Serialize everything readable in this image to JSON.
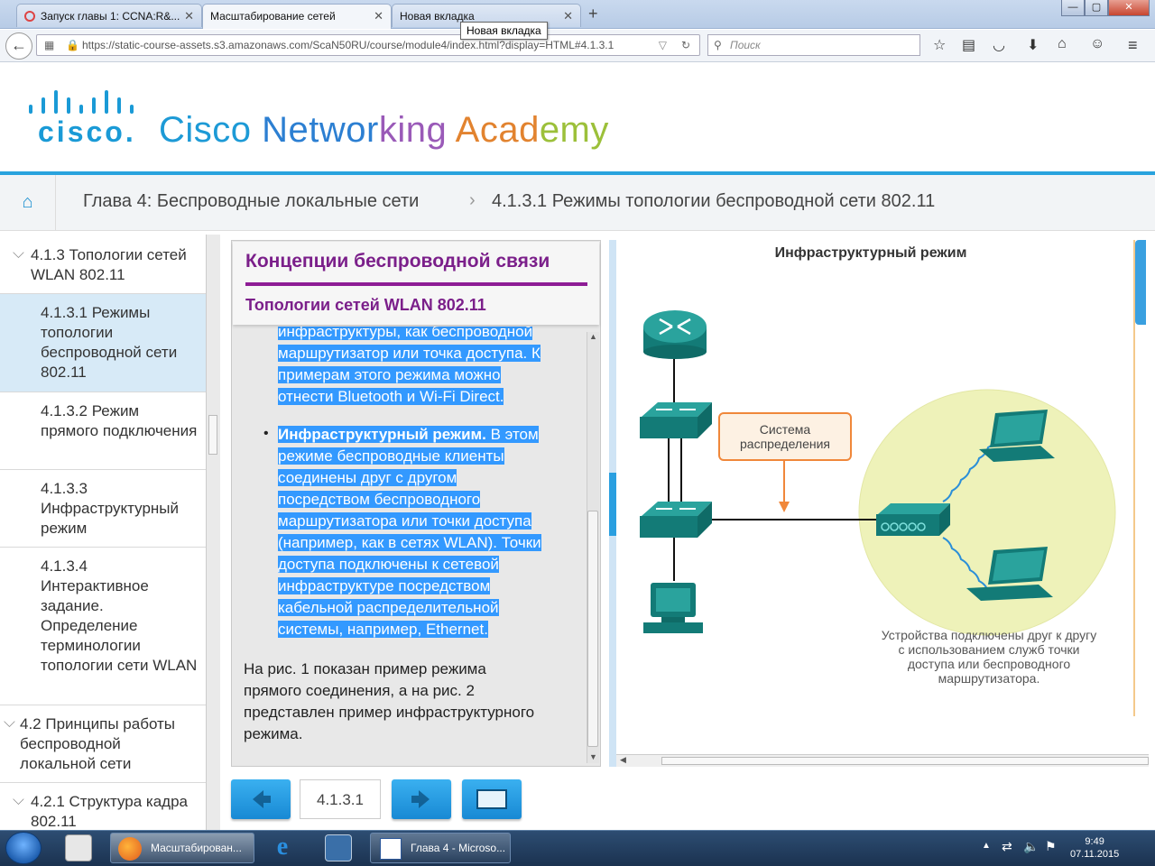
{
  "browser": {
    "tabs": [
      {
        "label": "Запуск главы 1: CCNA:R&..."
      },
      {
        "label": "Масштабирование сетей"
      },
      {
        "label": "Новая вкладка"
      }
    ],
    "tooltip": "Новая вкладка",
    "url": "https://static-course-assets.s3.amazonaws.com/ScaN50RU/course/module4/index.html?display=HTML#4.1.3.1",
    "search_placeholder": "Поиск",
    "window_buttons": {
      "minimize": "—",
      "maximize": "▢",
      "close": "✕"
    }
  },
  "header": {
    "logo_word": "cisco.",
    "academy_parts": [
      {
        "text": "Cisco ",
        "color": "#1d9ad6"
      },
      {
        "text": "Networ",
        "color": "#2c7fd2"
      },
      {
        "text": "king ",
        "color": "#9a5ab8"
      },
      {
        "text": "Acad",
        "color": "#e2832f"
      },
      {
        "text": "emy",
        "color": "#9cc03a"
      }
    ]
  },
  "breadcrumb": {
    "chapter": "Глава 4: Беспроводные локальные сети",
    "separator": "›",
    "section": "4.1.3.1 Режимы топологии беспроводной сети 802.11"
  },
  "sidebar": {
    "items": [
      {
        "label": "4.1.3 Топологии сетей WLAN 802.11",
        "level": 1,
        "selected": false
      },
      {
        "label": "4.1.3.1 Режимы топологии беспроводной сети 802.11",
        "level": 2,
        "selected": true
      },
      {
        "label": "4.1.3.2 Режим прямого подключения",
        "level": 2,
        "selected": false
      },
      {
        "label": "4.1.3.3 Инфраструктурный режим",
        "level": 2,
        "selected": false
      },
      {
        "label": "4.1.3.4 Интерактивное задание. Определение терминологии топологии сети WLAN",
        "level": 2,
        "selected": false
      },
      {
        "label": "4.2 Принципы работы беспроводной локальной сети",
        "level": 0,
        "selected": false
      },
      {
        "label": "4.2.1 Структура кадра 802.11",
        "level": 1,
        "selected": false
      }
    ]
  },
  "content": {
    "title": "Концепции беспроводной связи",
    "subtitle": "Топологии сетей WLAN 802.11",
    "para_top_lines": [
      "инфраструктуры, как беспроводной",
      "маршрутизатор или точка доступа. К",
      "примерам этого режима можно",
      "отнести Bluetooth и Wi-Fi Direct."
    ],
    "bullet_bold": "Инфраструктурный режим.",
    "bullet_lines": [
      " В этом",
      "режиме беспроводные клиенты",
      "соединены друг с другом",
      "посредством беспроводного",
      "маршрутизатора или точки доступа",
      "(например, как в сетях WLAN). Точки",
      "доступа подключены к сетевой",
      "инфраструктуре посредством",
      "кабельной распределительной",
      "системы, например, Ethernet."
    ],
    "para_bottom_lines": [
      "На рис. 1 показан пример режима",
      "прямого соединения, а на рис. 2",
      "представлен пример инфраструктурного",
      "режима."
    ]
  },
  "figure": {
    "title": "Инфраструктурный режим",
    "callout_lines": [
      "Система",
      "распределения"
    ],
    "caption_lines": [
      "Устройства подключены друг к другу",
      "с использованием служб точки",
      "доступа или беспроводного",
      "маршрутизатора."
    ]
  },
  "navigation": {
    "page": "4.1.3.1"
  },
  "taskbar": {
    "tasks": [
      {
        "label": "Масштабирован..."
      },
      {
        "label": "Глава 4 - Microso..."
      }
    ],
    "time": "9:49",
    "date": "07.11.2015"
  },
  "colors": {
    "accent_blue": "#29a3de",
    "title_purple": "#7b1f8a",
    "selection": "#3399ff",
    "callout_orange": "#f0873a",
    "device_teal": "#1f8f8a"
  }
}
